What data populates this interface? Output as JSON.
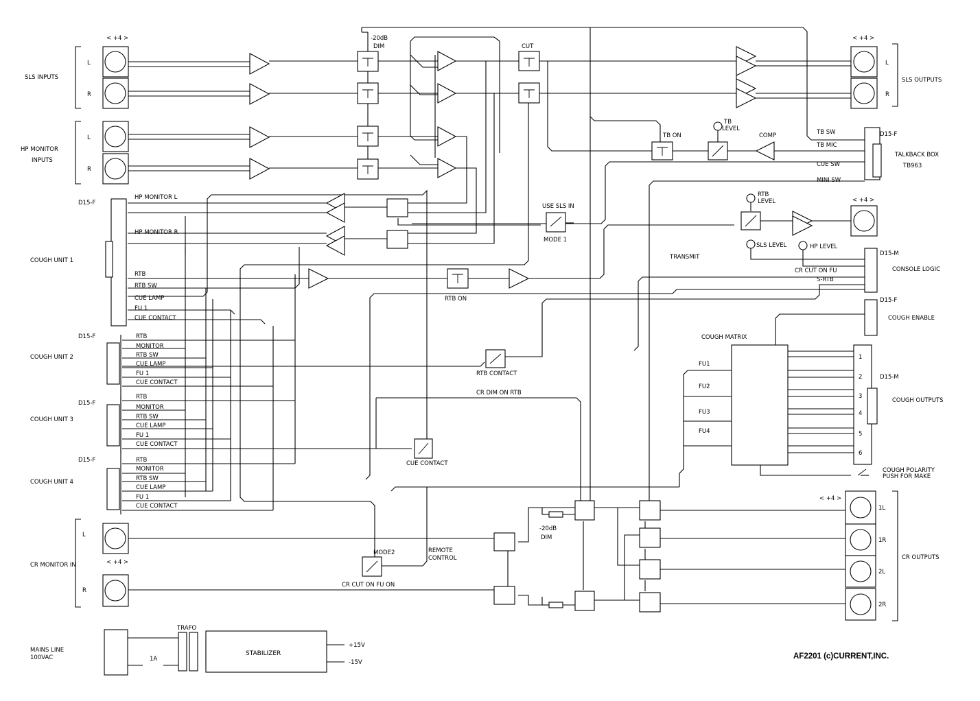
{
  "labels": {
    "sls_inputs": "SLS INPUTS",
    "sls_outputs": "SLS OUTPUTS",
    "hp_monitor_inputs_1": "HP MONITOR",
    "hp_monitor_inputs_2": "INPUTS",
    "plus4": "< +4 >",
    "L": "L",
    "R": "R",
    "dim20_1": "-20dB",
    "dim20_2": "DIM",
    "cut": "CUT",
    "tb_on": "TB ON",
    "tb_level_1": "TB",
    "tb_level_2": "LEVEL",
    "comp": "COMP",
    "tb_sw": "TB SW",
    "tb_mic": "TB MIC",
    "cue_sw": "CUE SW",
    "mini_sw": "MINI SW",
    "d15f": "D15-F",
    "d15m": "D15-M",
    "talkback_box": "TALKBACK BOX",
    "tb963": "TB963",
    "cough_unit_1": "COUGH UNIT 1",
    "cough_unit_2": "COUGH UNIT 2",
    "cough_unit_3": "COUGH UNIT 3",
    "cough_unit_4": "COUGH UNIT 4",
    "hp_monitor_l": "HP MONITOR L",
    "hp_monitor_r": "HP MONITOR R",
    "rtb": "RTB",
    "rtb_sw": "RTB SW",
    "cue_lamp": "CUE LAMP",
    "fu1": "FU 1",
    "cue_contact": "CUE CONTACT",
    "monitor": "MONITOR",
    "use_sls_in": "USE SLS IN",
    "mode1": "MODE 1",
    "rtb_level_1": "RTB",
    "rtb_level_2": "LEVEL",
    "sls_level": "SLS LEVEL",
    "hp_level": "HP LEVEL",
    "transmit": "TRANSMIT",
    "cr_cut_on_fu": "CR CUT ON FU",
    "s_rtb": "S-RTB",
    "console_logic": "CONSOLE LOGIC",
    "rtb_on": "RTB ON",
    "cough_enable": "COUGH ENABLE",
    "cough_matrix": "COUGH MATRIX",
    "fu_1": "FU1",
    "fu_2": "FU2",
    "fu_3": "FU3",
    "fu_4": "FU4",
    "cough_outputs": "COUGH OUTPUTS",
    "cough_polarity_1": "COUGH POLARITY",
    "cough_polarity_2": "PUSH FOR MAKE",
    "rtb_contact": "RTB CONTACT",
    "cr_dim_on_rtb": "CR DIM ON RTB",
    "cue_contact_sw": "CUE CONTACT",
    "cr_monitor_in": "CR MONITOR IN",
    "mode2": "MODE2",
    "remote_control_1": "REMOTE",
    "remote_control_2": "CONTROL",
    "cr_cut_on_fu_on": "CR CUT ON FU ON",
    "dim_1": "-20dB",
    "dim_2": "DIM",
    "cr_outputs": "CR OUTPUTS",
    "out_1l": "1L",
    "out_1r": "1R",
    "out_2l": "2L",
    "out_2r": "2R",
    "mains_1": "MAINS LINE",
    "mains_2": "100VAC",
    "trafo": "TRAFO",
    "fuse": "1A",
    "stabilizer": "STABILIZER",
    "p15v": "+15V",
    "m15v": "-15V",
    "credit": "AF2201 (c)CURRENT,INC.",
    "pin1": "1",
    "pin2": "2",
    "pin3": "3",
    "pin4": "4",
    "pin5": "5",
    "pin6": "6"
  }
}
